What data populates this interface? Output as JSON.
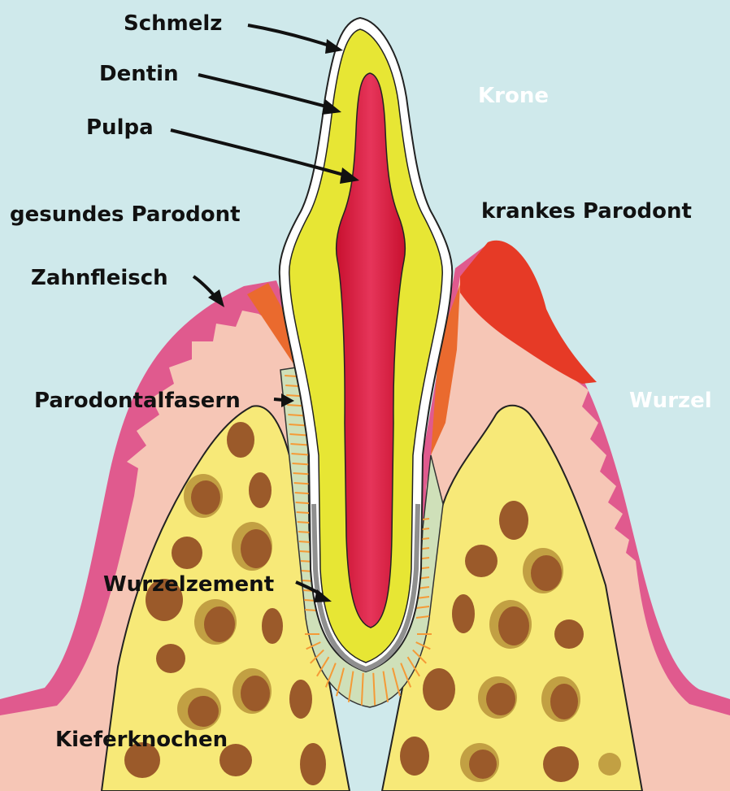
{
  "labels": {
    "enamel": "Schmelz",
    "dentin": "Dentin",
    "pulp": "Pulpa",
    "crown": "Krone",
    "healthy_periodontium": "gesundes Parodont",
    "diseased_periodontium": "krankes Parodont",
    "gum": "Zahnfleisch",
    "periodontal_fibers": "Parodontalfasern",
    "root": "Wurzel",
    "cementum": "Wurzelzement",
    "jaw_bone": "Kieferknochen"
  },
  "colors": {
    "background": "#cfe9eb",
    "gum_outer": "#e05a8e",
    "gum_inner": "#f6c6b6",
    "inflamed_gum": "#e63a26",
    "gum_edge": "#ea6a2e",
    "bone": "#f7e978",
    "bone_pore_dark": "#9b5a2a",
    "bone_pore_light": "#c2a043",
    "dentin": "#e7e634",
    "pulp": "#d3173a",
    "enamel": "#ffffff",
    "periodontal_ligament": "#cfe0b9",
    "ligament_fibers": "#f59a36",
    "cementum": "#8f8f8f",
    "label_text": "#111111",
    "region_label": "#ffffff"
  }
}
